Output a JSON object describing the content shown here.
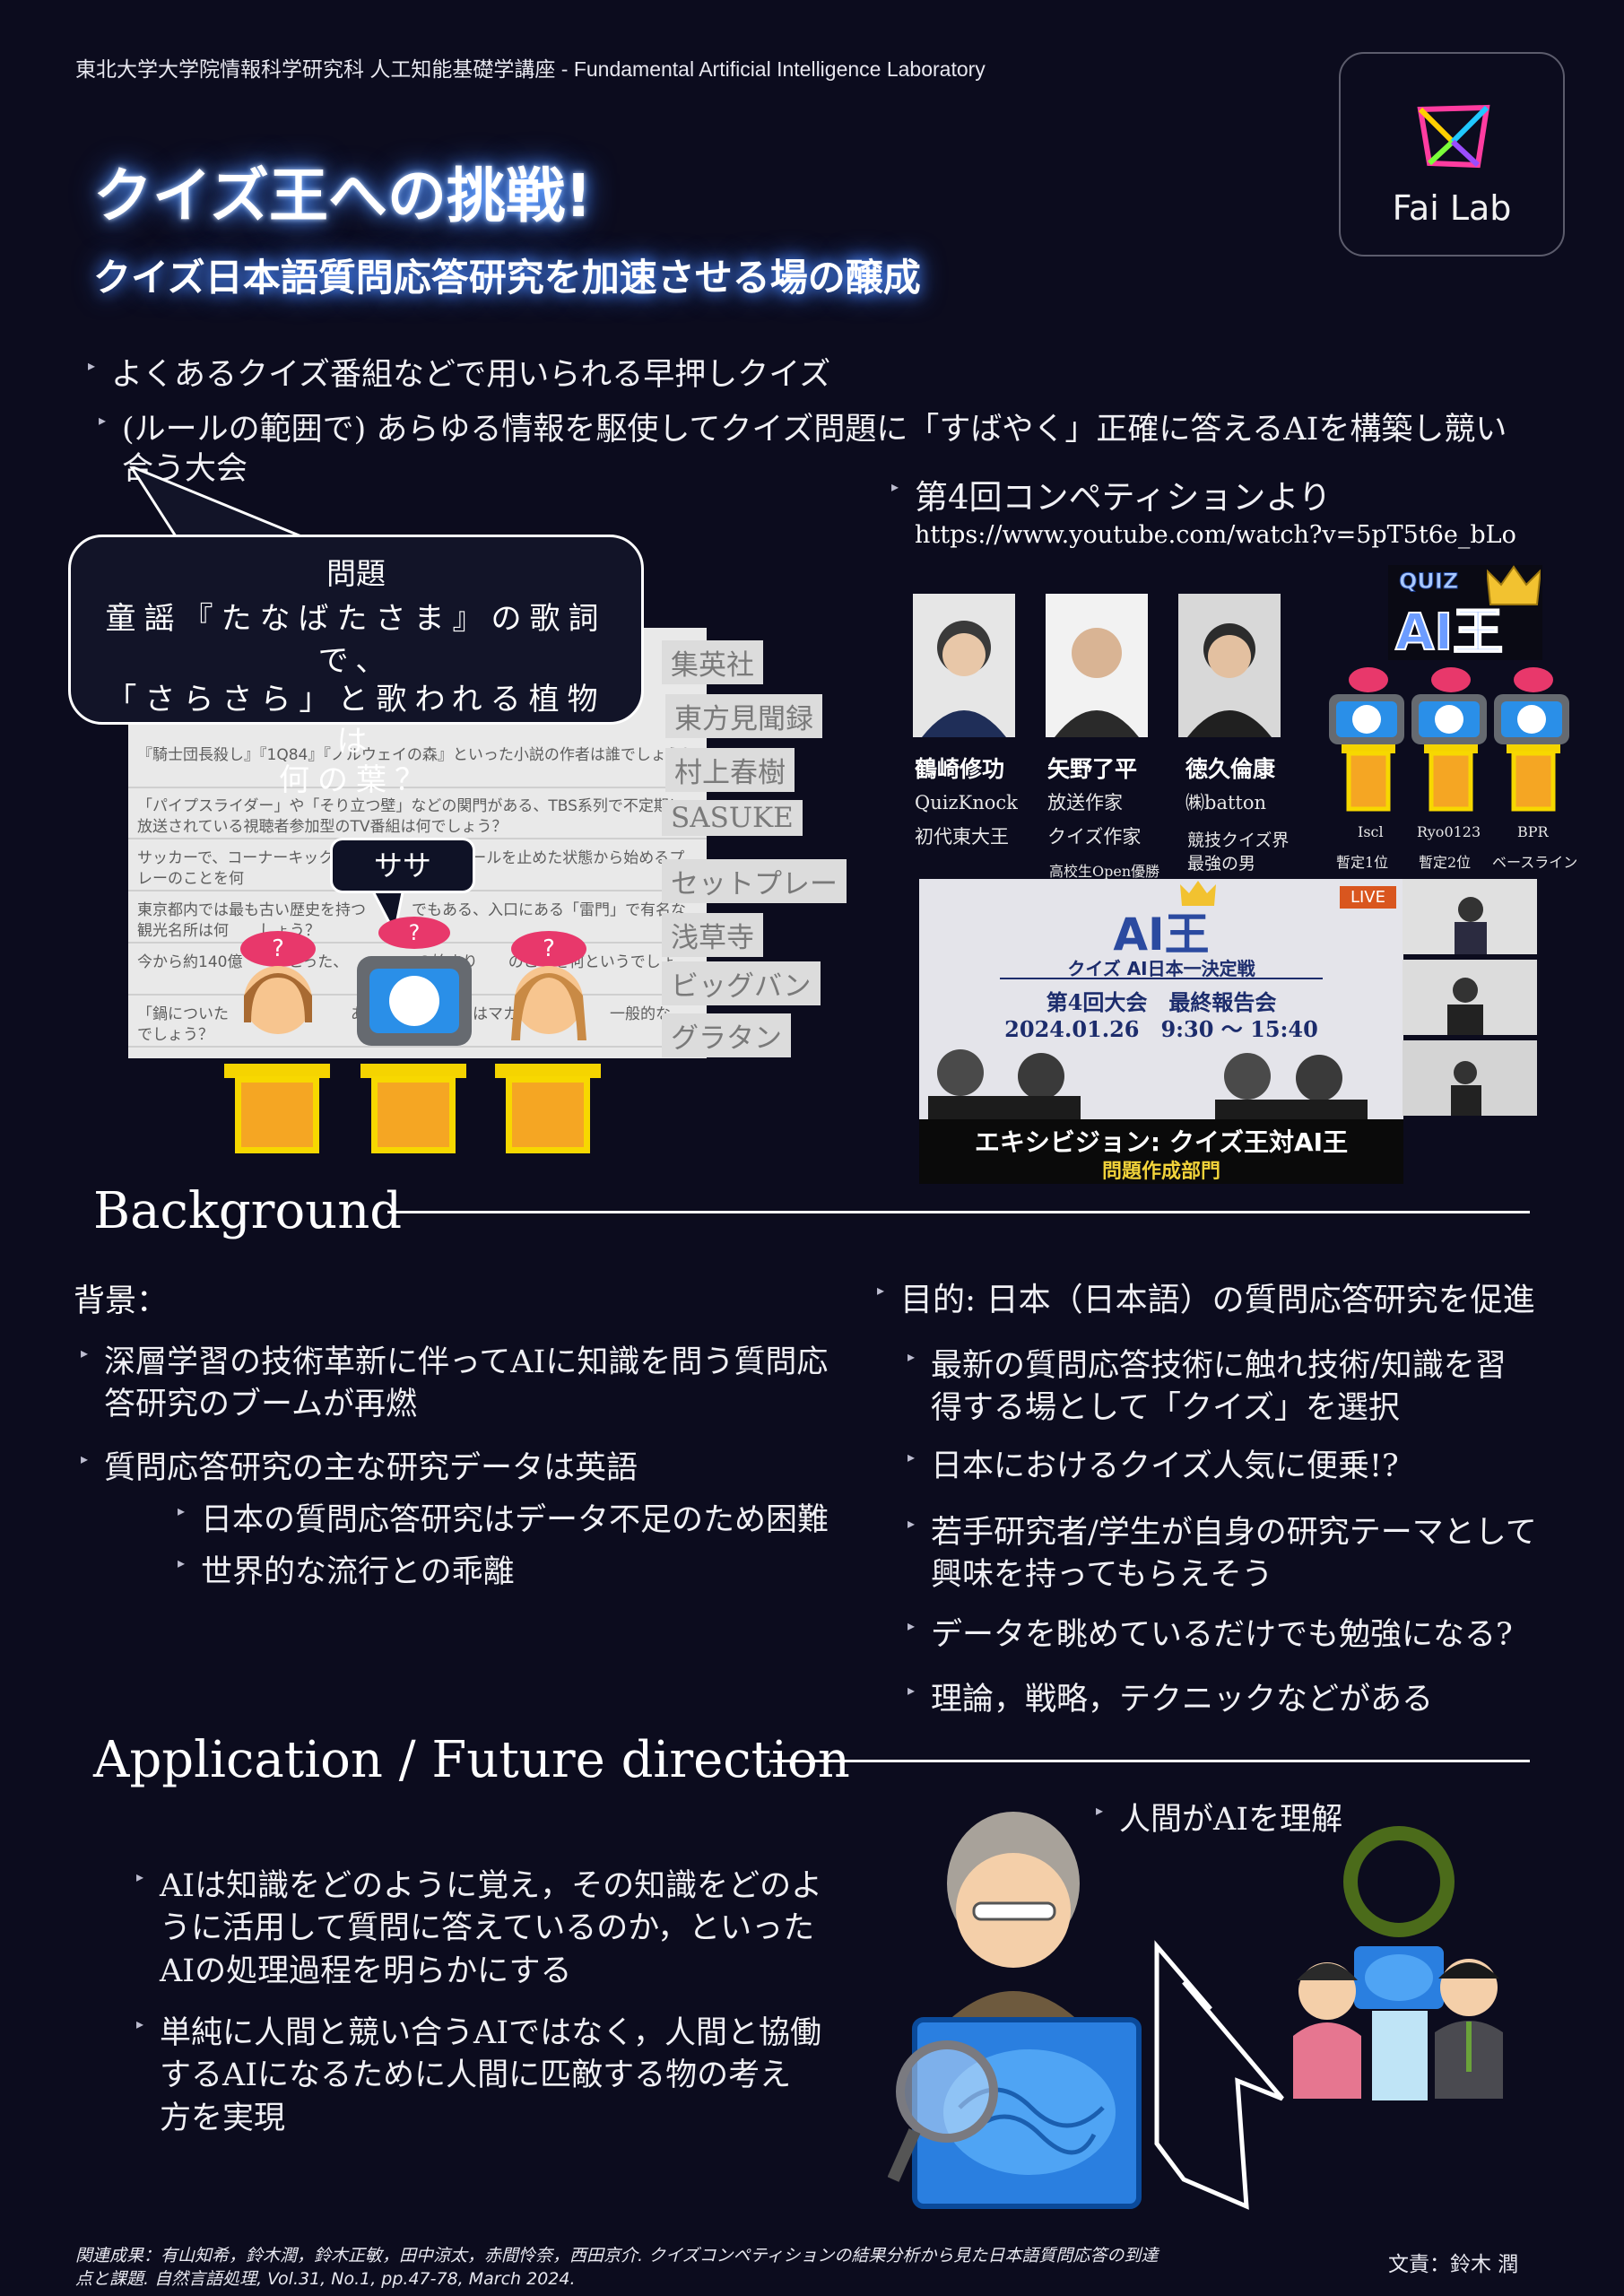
{
  "header": {
    "affiliation": "東北大学大学院情報科学研究科 人工知能基礎学講座 - Fundamental Artificial Intelligence Laboratory",
    "title": "クイズ王への挑戦!",
    "subtitle": "クイズ日本語質問応答研究を加速させる場の醸成",
    "logo_text": "Fai Lab"
  },
  "intro": {
    "bullets": [
      "よくあるクイズ番組などで用いられる早押しクイズ",
      "(ルールの範囲で) あらゆる情報を駆使してクイズ問題に「すばやく」正確に答えるAIを構築し競い",
      "合う大会"
    ]
  },
  "question_bubble": {
    "title": "問題",
    "lines": [
      "童謡『たなばたさま』の歌詞で、",
      "「さらさら」と歌われる植物は",
      "何の葉？"
    ],
    "answer_bubble": "ササ"
  },
  "question_list": {
    "rows": [
      "『騎士団長殺し』『1Q84』『ノルウェイの森』といった小説の作者は誰でしょう？",
      "「パイプスライダー」や「そり立つ壁」などの関門がある、TBS系列で不定期に放送されている視聴者参加型のTV番組は何でしょう？",
      "サッカーで、コーナーキック　　　　　　うにボールを止めた状態から始めるプレーのことを何",
      "東京都内では最も古い歴史を持つ　　　でもある、入口にある「雷門」で有名な観光名所は何　　しょう？",
      "今から約140億　　　こった、　　　　　の始まり　　のことを何というでしょ",
      "「鍋についた　　う意　　　　あると　　日本ではマカロニを使　　一般的な　　　でしょう？"
    ],
    "answers": [
      "集英社",
      "東方見聞録",
      "村上春樹",
      "SASUKE",
      "セットプレー",
      "浅草寺",
      "ビッグバン",
      "グラタン"
    ]
  },
  "competition": {
    "title": "第4回コンペティションより",
    "url": "https://www.youtube.com/watch?v=5pT5t6e_bLo",
    "people": [
      {
        "name": "鶴崎修功",
        "desc1": "QuizKnock",
        "desc2": "初代東大王",
        "desc3": ""
      },
      {
        "name": "矢野了平",
        "desc1": "放送作家",
        "desc2": "クイズ作家",
        "desc3": "高校生Open優勝"
      },
      {
        "name": "徳久倫康",
        "desc1": "㈱batton",
        "desc2": "競技クイズ界",
        "desc3": "最強の男"
      }
    ],
    "ai_logo_top": "QUIZ",
    "ai_logo_main": "AI王",
    "ai_teams": [
      {
        "name": "Iscl",
        "rank": "暫定1位"
      },
      {
        "name": "Ryo0123",
        "rank": "暫定2位"
      },
      {
        "name": "BPR",
        "rank": "ベースライン"
      }
    ],
    "video": {
      "live": "LIVE",
      "logo": "AI王",
      "logo_sub": "クイズ AI日本一決定戦",
      "event": "第4回大会　最終報告会",
      "date": "2024.01.26　9:30 ～ 15:40",
      "band_main": "エキシビジョン: クイズ王対AI王",
      "band_sub": "問題作成部門"
    }
  },
  "background": {
    "heading": "Background",
    "label": "背景：",
    "left_bullets": [
      {
        "level": 1,
        "lines": [
          "深層学習の技術革新に伴ってAIに知識を問う質問応",
          "答研究のブームが再燃"
        ]
      },
      {
        "level": 1,
        "lines": [
          "質問応答研究の主な研究データは英語"
        ]
      },
      {
        "level": 2,
        "lines": [
          "日本の質問応答研究はデータ不足のため困難"
        ]
      },
      {
        "level": 2,
        "lines": [
          "世界的な流行との乖離"
        ]
      }
    ],
    "purpose": "目的: 日本（日本語）の質問応答研究を促進",
    "right_bullets": [
      [
        "最新の質問応答技術に触れ技術/知識を習",
        "得する場として「クイズ」を選択"
      ],
      [
        "日本におけるクイズ人気に便乗!?"
      ],
      [
        "若手研究者/学生が自身の研究テーマとして",
        "興味を持ってもらえそう"
      ],
      [
        "データを眺めているだけでも勉強になる?"
      ],
      [
        "理論，戦略，テクニックなどがある"
      ]
    ]
  },
  "application": {
    "heading": "Application / Future direction",
    "bullets": [
      [
        "AIは知識をどのように覚え，その知識をどのよ",
        "うに活用して質問に答えているのか，といった",
        "AIの処理過程を明らかにする"
      ],
      [
        "単純に人間と競い合うAIではなく，人間と協働",
        "するAIになるために人間に匹敵する物の考え",
        "方を実現"
      ]
    ],
    "human_ai": "人間がAIを理解"
  },
  "footer": {
    "reference_line1": "関連成果：有山知希，鈴木潤，鈴木正敏，田中涼太，赤間怜奈，西田京介. クイズコンペティションの結果分析から見た日本語質問応答の到達",
    "reference_line2": "点と課題. 自然言語処理, Vol.31, No.1, pp.47-78, March 2024.",
    "author": "文責：鈴木 潤"
  },
  "colors": {
    "background": "#0c0c1e",
    "podium": "#f5a623",
    "podium_border": "#f7d800",
    "hat": "#e8386b",
    "brain": "#3b8ee8",
    "accent_green": "#4b6b1a"
  }
}
